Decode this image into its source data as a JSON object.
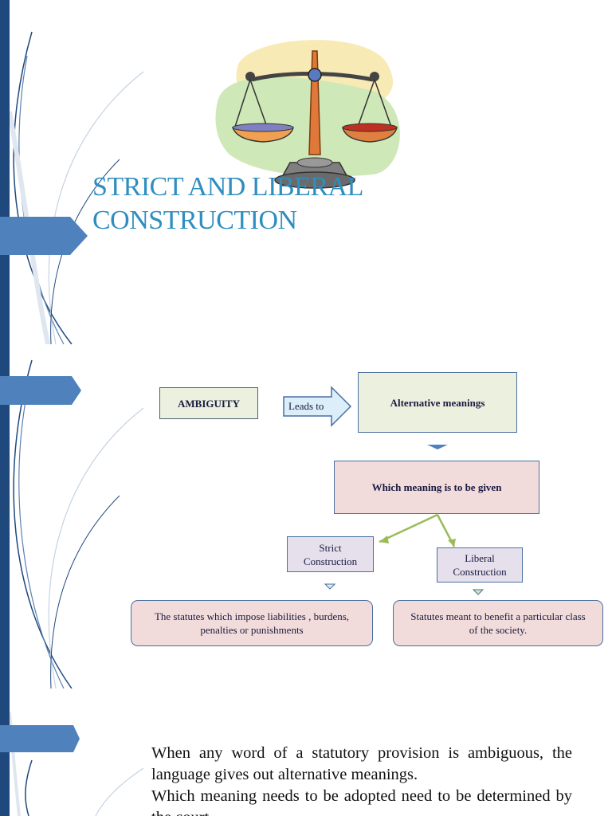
{
  "slide1": {
    "title_line1": "STRICT AND LIBERAL",
    "title_line2": "CONSTRUCTION",
    "image_icon": "scales-of-justice-icon"
  },
  "slide2": {
    "ambiguity": "AMBIGUITY",
    "leads_to": "Leads to",
    "alternative": "Alternative meanings",
    "which": "Which meaning is to be given",
    "strict_line1": "Strict",
    "strict_line2": "Construction",
    "liberal_line1": "Liberal",
    "liberal_line2": "Construction",
    "statutes1_line1": "The statutes which impose liabilities , burdens,",
    "statutes1_line2": "penalties or punishments",
    "statutes2_line1": "Statutes meant to benefit a particular class",
    "statutes2_line2": "of the society."
  },
  "slide3": {
    "bullet_mark": "",
    "bullets": [
      "When any word of a statutory provision is ambiguous, the language gives out alternative meanings.",
      "Which meaning needs to be adopted need to be determined by the court."
    ]
  },
  "colors": {
    "title": "#2e8ec0",
    "bar": "#1f497d",
    "tab": "#4f81bd"
  }
}
